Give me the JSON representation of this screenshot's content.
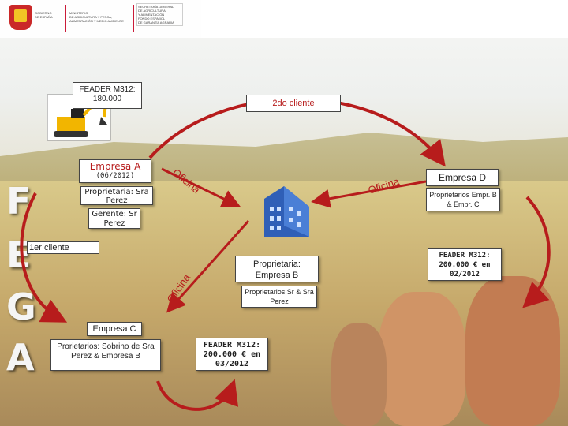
{
  "header": {
    "left_logo_lines": [
      "GOBIERNO",
      "DE ESPAÑA"
    ],
    "ministry_lines": [
      "MINISTERIO",
      "DE AGRICULTURA Y PESCA,",
      "ALIMENTACIÓN Y MEDIO AMBIENTE"
    ],
    "right_logo_lines": [
      "SECRETARÍA GENERAL",
      "DE AGRICULTURA",
      "Y ALIMENTACIÓN",
      "FONDO ESPAÑOL",
      "DE GARANTÍA AGRARIA"
    ]
  },
  "fega_letters": [
    "F",
    "E",
    "G",
    "A"
  ],
  "feader_top": "FEADER M312: 180.000",
  "segundo_cliente": "2do cliente",
  "primer_cliente": "1er cliente",
  "empresa_a": {
    "title": "Empresa A",
    "date": "(06/2012)",
    "owner": "Proprietaria: Sra Perez",
    "manager": "Gerente: Sr Perez"
  },
  "oficina_labels": [
    "Oficina",
    "Oficina",
    "Oficina"
  ],
  "empresa_d": {
    "title": "Empresa D",
    "owners": "Proprietarios Empr. B & Empr. C"
  },
  "feader_right": "FEADER M312: 200.000 € en 02/2012",
  "empresa_b": {
    "owner": "Proprietaria: Empresa B",
    "owners2": "Proprietarios Sr & Sra Perez"
  },
  "empresa_c": {
    "title": "Empresa C",
    "owners": "Prorietarios: Sobrino de Sra Perez & Empresa B"
  },
  "feader_bottom": "FEADER M312: 200.000 € en 03/2012",
  "colors": {
    "arrow": "#b71c1c",
    "building": "#2f5fb7"
  },
  "icons": [
    "excavator-icon",
    "office-building-icon"
  ]
}
